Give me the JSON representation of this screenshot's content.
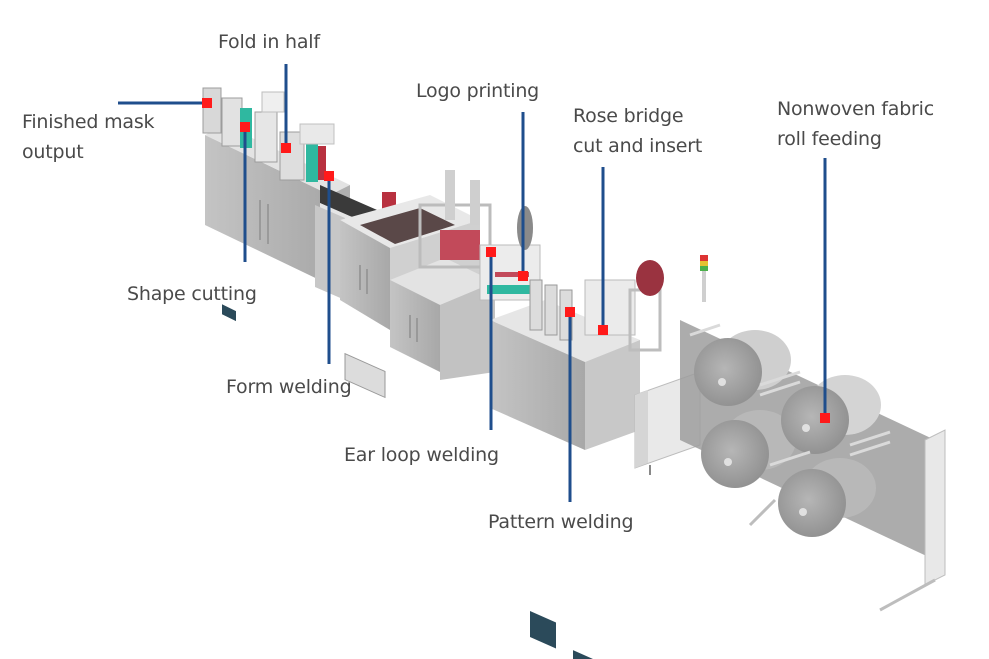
{
  "diagram": {
    "subject": "Mask production line",
    "colors": {
      "leader_line": "#1f4e8c",
      "marker": "#ff1a1a",
      "label_text": "#4a4a4a",
      "machine_body": "#c9c9c9",
      "machine_dark": "#7d7d7d",
      "accent_red": "#b8313f",
      "accent_teal": "#2fb8a0",
      "roll": "#a9a9a9"
    },
    "callouts": [
      {
        "id": "finished-mask-output",
        "label": "Finished mask\noutput"
      },
      {
        "id": "fold-in-half",
        "label": "Fold in half"
      },
      {
        "id": "shape-cutting",
        "label": "Shape cutting"
      },
      {
        "id": "form-welding",
        "label": "Form welding"
      },
      {
        "id": "logo-printing",
        "label": "Logo printing"
      },
      {
        "id": "rose-bridge",
        "label": "Rose bridge\ncut and insert"
      },
      {
        "id": "nonwoven-feeding",
        "label": "Nonwoven fabric\nroll feeding"
      },
      {
        "id": "ear-loop-welding",
        "label": "Ear loop welding"
      },
      {
        "id": "pattern-welding",
        "label": "Pattern welding"
      }
    ]
  }
}
